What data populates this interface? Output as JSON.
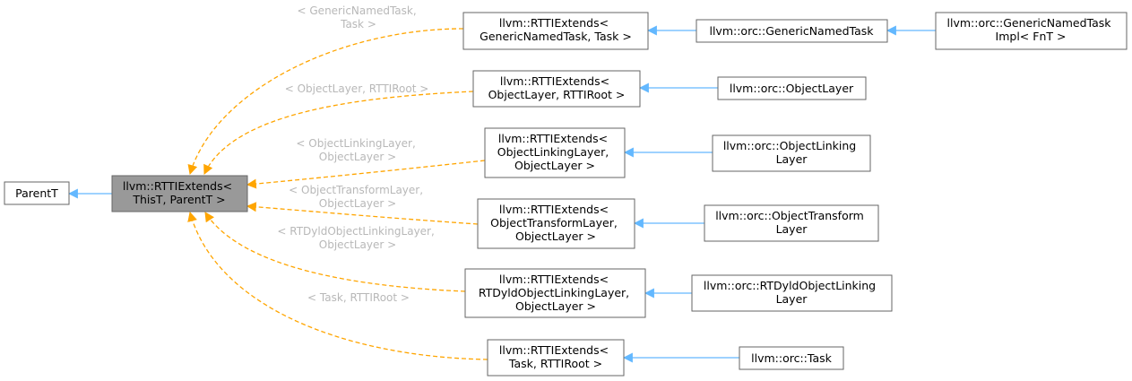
{
  "colors": {
    "focus_fill": "#999999",
    "node_fill": "#ffffff",
    "node_stroke": "#666666",
    "focus_stroke": "#666666",
    "template_edge": "#ffa500",
    "inherit_edge": "#63b8ff",
    "edge_label": "#b8b8b8"
  },
  "nodes": {
    "parent_t": {
      "lines": [
        "ParentT"
      ]
    },
    "focus": {
      "lines": [
        "llvm::RTTIExtends<",
        "ThisT, ParentT >"
      ]
    },
    "rtti_generic": {
      "lines": [
        "llvm::RTTIExtends<",
        "GenericNamedTask, Task >"
      ]
    },
    "rtti_object_layer": {
      "lines": [
        "llvm::RTTIExtends<",
        "ObjectLayer, RTTIRoot >"
      ]
    },
    "rtti_object_linking": {
      "lines": [
        "llvm::RTTIExtends<",
        "ObjectLinkingLayer,",
        "ObjectLayer >"
      ]
    },
    "rtti_object_transform": {
      "lines": [
        "llvm::RTTIExtends<",
        "ObjectTransformLayer,",
        "ObjectLayer >"
      ]
    },
    "rtti_rtdyld": {
      "lines": [
        "llvm::RTTIExtends<",
        "RTDyldObjectLinkingLayer,",
        "ObjectLayer >"
      ]
    },
    "rtti_task": {
      "lines": [
        "llvm::RTTIExtends<",
        "Task, RTTIRoot >"
      ]
    },
    "orc_generic_named_task": {
      "lines": [
        "llvm::orc::GenericNamedTask"
      ]
    },
    "orc_generic_named_task_impl": {
      "lines": [
        "llvm::orc::GenericNamedTask",
        "Impl< FnT >"
      ]
    },
    "orc_object_layer": {
      "lines": [
        "llvm::orc::ObjectLayer"
      ]
    },
    "orc_object_linking": {
      "lines": [
        "llvm::orc::ObjectLinking",
        "Layer"
      ]
    },
    "orc_object_transform": {
      "lines": [
        "llvm::orc::ObjectTransform",
        "Layer"
      ]
    },
    "orc_rtdyld": {
      "lines": [
        "llvm::orc::RTDyldObjectLinking",
        "Layer"
      ]
    },
    "orc_task": {
      "lines": [
        "llvm::orc::Task"
      ]
    }
  },
  "edge_labels": {
    "generic": [
      "< GenericNamedTask,",
      "Task >"
    ],
    "object_layer": [
      "< ObjectLayer, RTTIRoot >"
    ],
    "object_linking": [
      "< ObjectLinkingLayer,",
      "ObjectLayer >"
    ],
    "object_transform": [
      "< ObjectTransformLayer,",
      "ObjectLayer >"
    ],
    "rtdyld": [
      "< RTDyldObjectLinkingLayer,",
      "ObjectLayer >"
    ],
    "task": [
      "< Task, RTTIRoot >"
    ]
  }
}
